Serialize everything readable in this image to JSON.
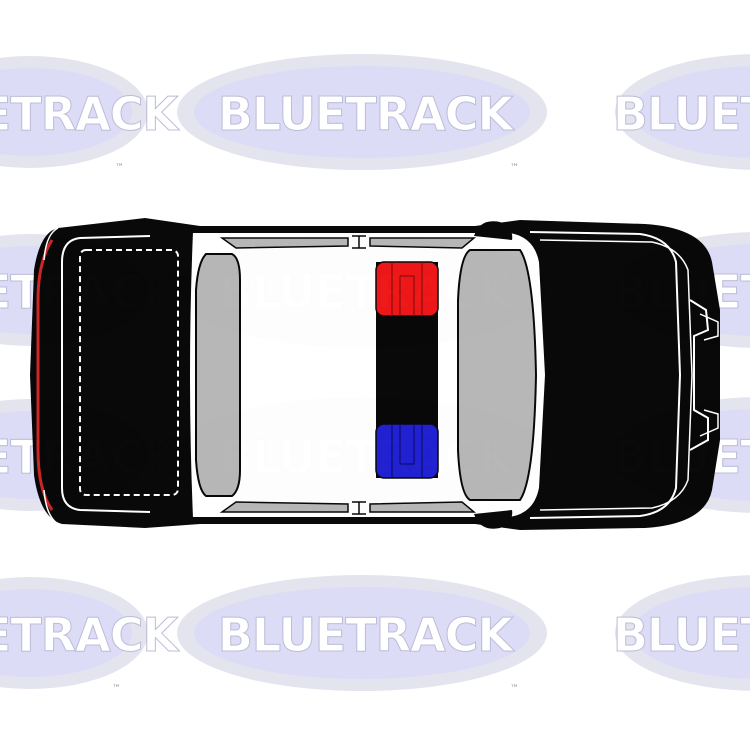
{
  "watermark": {
    "brand": "BLUETRACK",
    "trademark": "™",
    "colors": {
      "ellipse_outer": "#e4e4ee",
      "ellipse_inner": "#dcdcf7",
      "text": "#ffffff",
      "text_shadow": "#bcbcd8",
      "trademark": "#999999"
    }
  },
  "car": {
    "subject": "police-car-top-view",
    "colors": {
      "body": "#000000",
      "roof": "#ffffff",
      "glass": "#b5b5b5",
      "light_red": "#ee1010",
      "light_blue": "#1a1ad0",
      "stripe_red": "#cc1f1f",
      "outline": "#ffffff"
    },
    "lightbar": [
      "red",
      "blue"
    ]
  }
}
